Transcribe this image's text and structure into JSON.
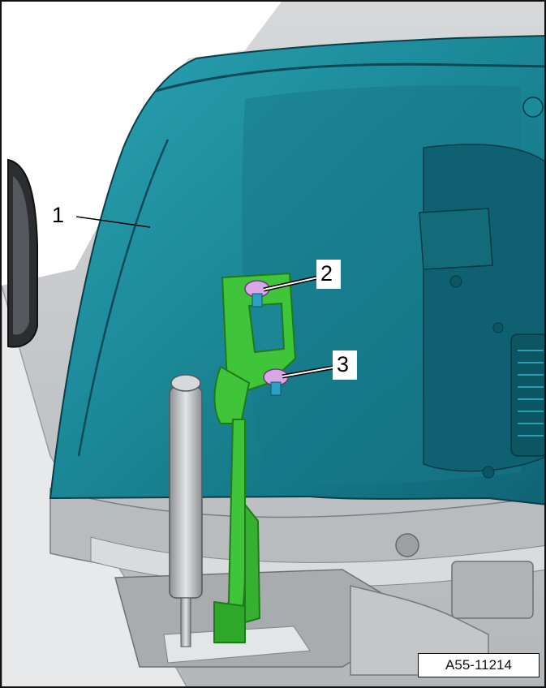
{
  "callouts": {
    "c1": "1",
    "c2": "2",
    "c3": "3"
  },
  "reference_code": "A55-11214",
  "colors": {
    "liner": "#1c8c9c",
    "liner_dark": "#0f5e6c",
    "bracket": "#3fc43a",
    "bolt": "#d9a6e6",
    "engine_bay": "#c8cacc"
  }
}
